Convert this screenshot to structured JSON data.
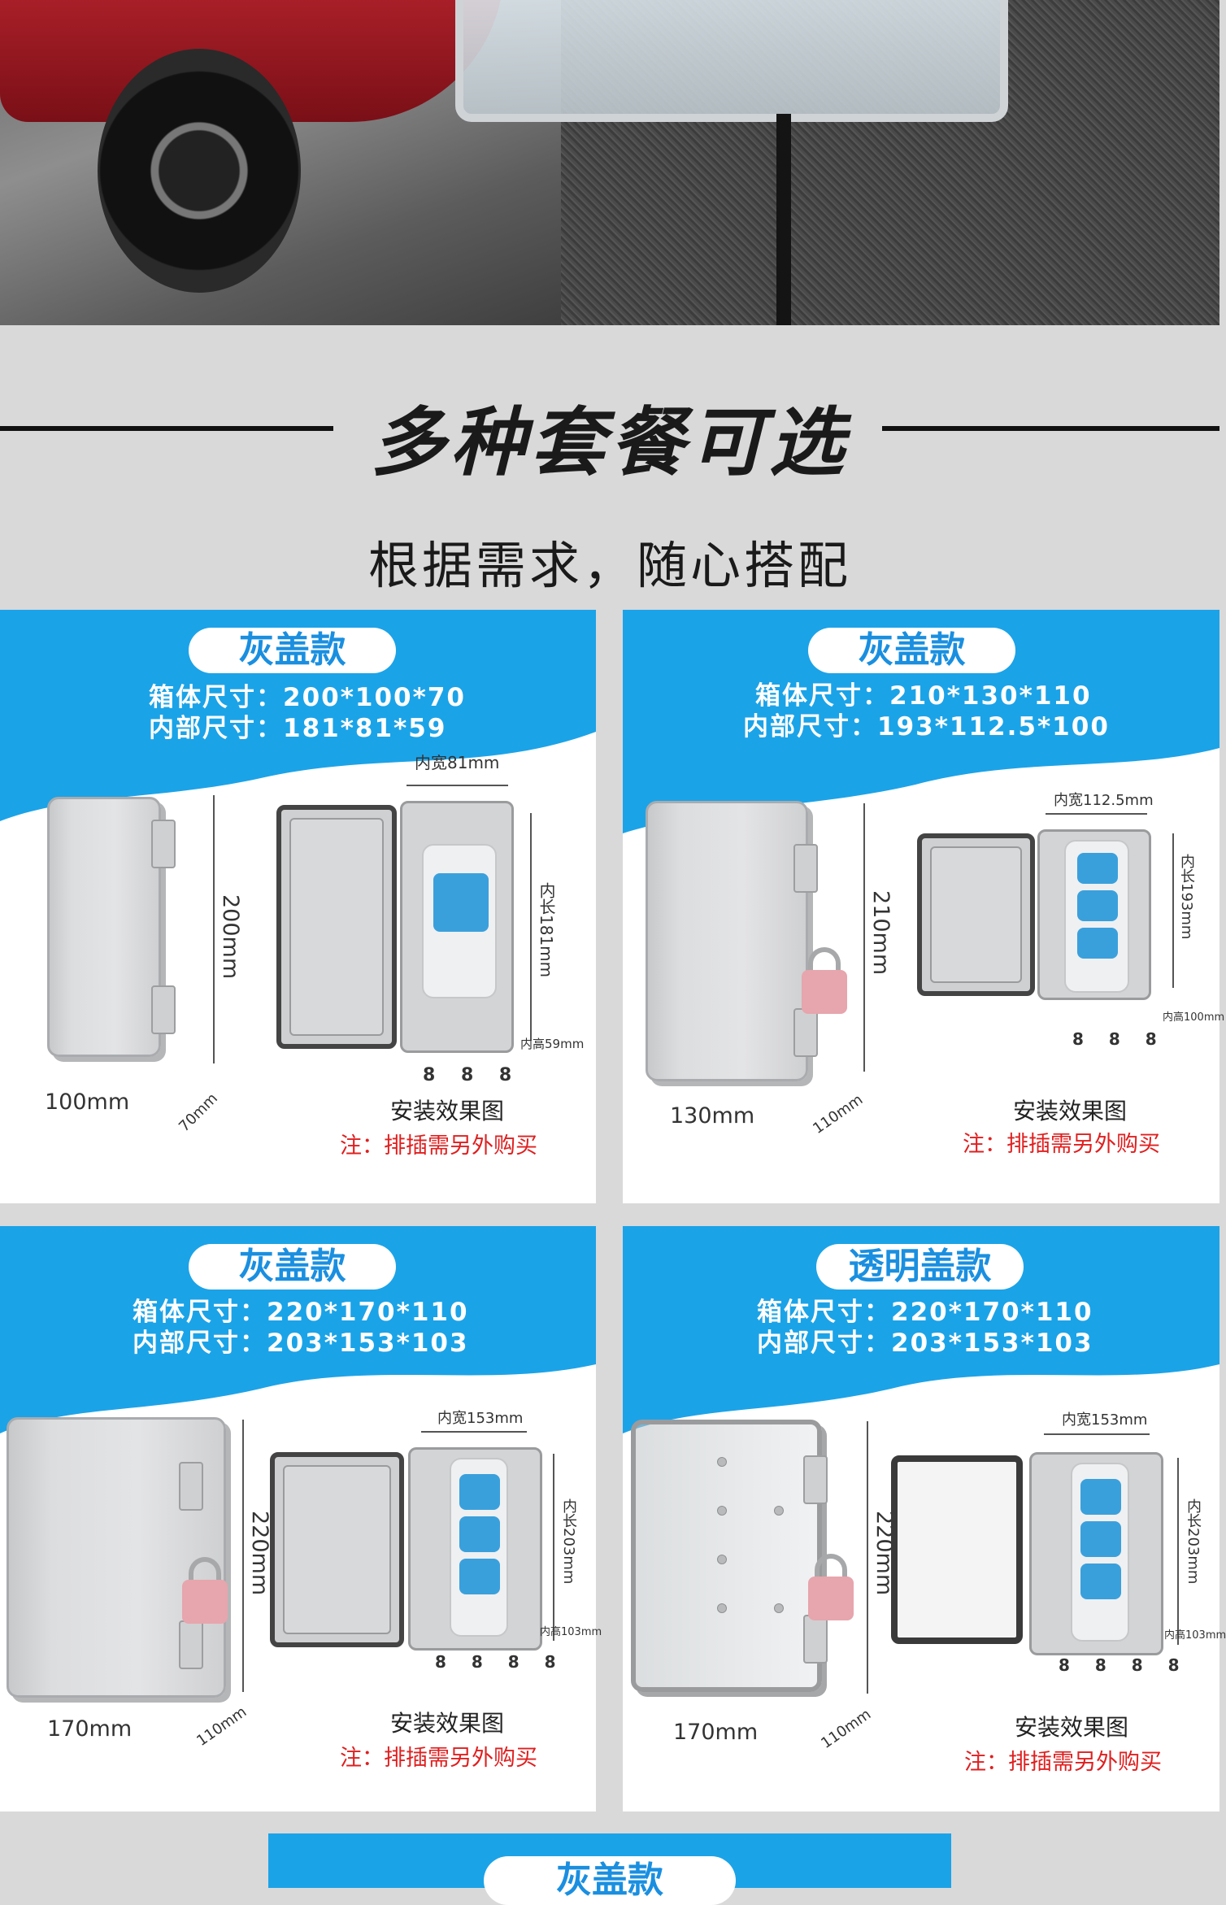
{
  "section": {
    "title": "多种套餐可选",
    "subtitle": "根据需求，随心搭配"
  },
  "colors": {
    "blue": "#1ba3e8",
    "red_note": "#e01f1f",
    "pill_text": "#1a8fe0"
  },
  "cards": [
    {
      "badge": "灰盖款",
      "outer": "箱体尺寸：200*100*70",
      "inner": "内部尺寸：181*81*59",
      "width_inner": "内宽81mm",
      "length_inner": "内长181mm",
      "height_inner": "内高59mm",
      "height_outer": "200mm",
      "width_outer": "100mm",
      "depth_outer": "70mm",
      "screw_labels": "8 8 8",
      "caption": "安装效果图",
      "note": "注：排插需另外购买"
    },
    {
      "badge": "灰盖款",
      "outer": "箱体尺寸：210*130*110",
      "inner": "内部尺寸：193*112.5*100",
      "width_inner": "内宽112.5mm",
      "length_inner": "内长193mm",
      "height_inner": "内高100mm",
      "height_outer": "210mm",
      "width_outer": "130mm",
      "depth_outer": "110mm",
      "screw_labels": "8 8 8",
      "caption": "安装效果图",
      "note": "注：排插需另外购买"
    },
    {
      "badge": "灰盖款",
      "outer": "箱体尺寸：220*170*110",
      "inner": "内部尺寸：203*153*103",
      "width_inner": "内宽153mm",
      "length_inner": "内长203mm",
      "height_inner": "内高103mm",
      "height_outer": "220mm",
      "width_outer": "170mm",
      "depth_outer": "110mm",
      "screw_labels": "8 8 8 8",
      "caption": "安装效果图",
      "note": "注：排插需另外购买"
    },
    {
      "badge": "透明盖款",
      "outer": "箱体尺寸：220*170*110",
      "inner": "内部尺寸：203*153*103",
      "width_inner": "内宽153mm",
      "length_inner": "内长203mm",
      "height_inner": "内高103mm",
      "height_outer": "220mm",
      "width_outer": "170mm",
      "depth_outer": "110mm",
      "screw_labels": "8 8 8 8",
      "caption": "安装效果图",
      "note": "注：排插需另外购买"
    }
  ],
  "bottom_card": {
    "badge": "灰盖款"
  }
}
